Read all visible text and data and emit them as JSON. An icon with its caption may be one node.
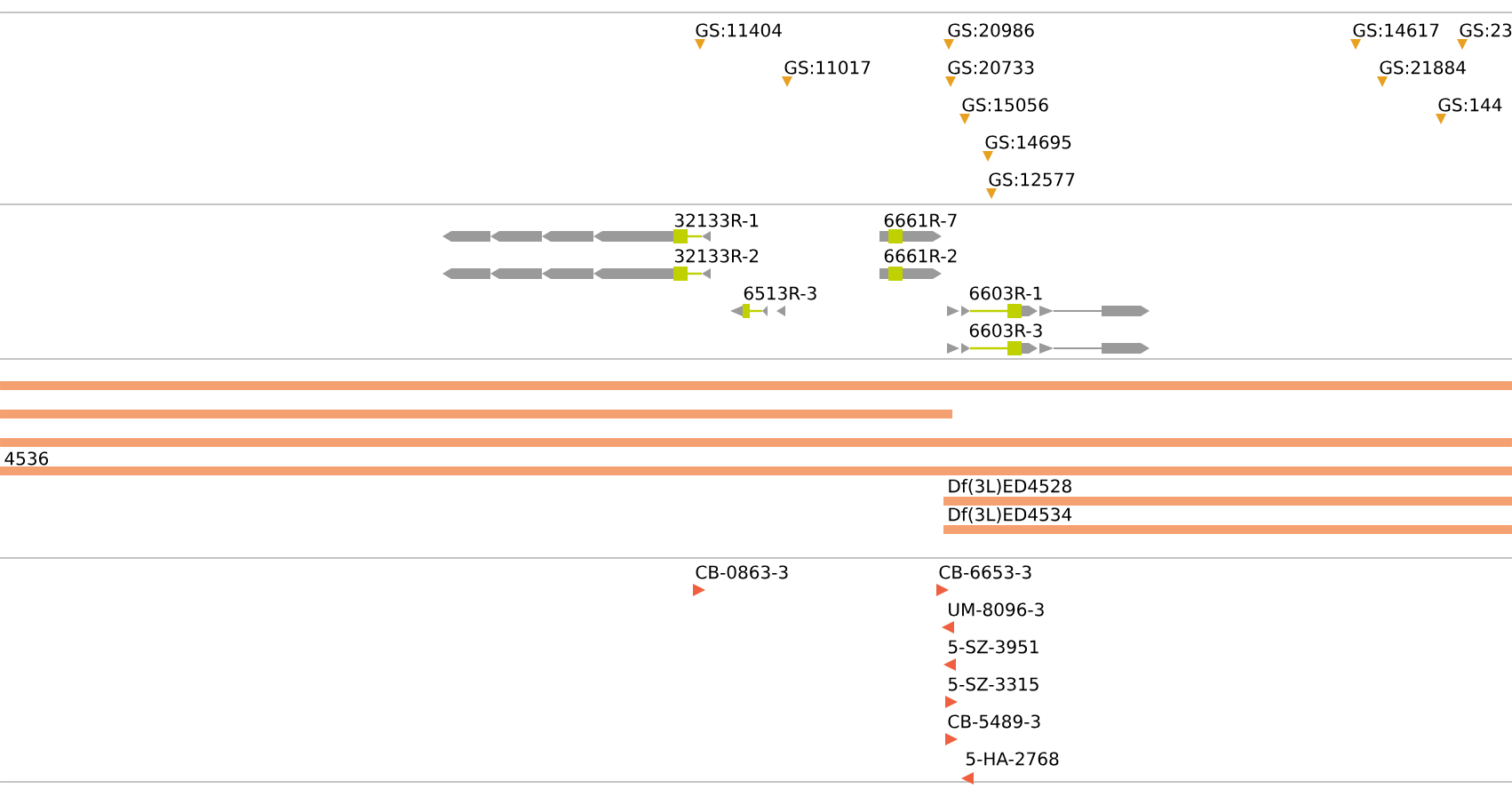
{
  "diagram": {
    "labels": [
      "GS:11404",
      "GS:11017",
      "GS:20986",
      "GS:20733",
      "GS:15056",
      "GS:14695",
      "GS:12577",
      "GS:14617",
      "GS:23",
      "GS:21884",
      "GS:144",
      "32133R-1",
      "32133R-2",
      "6661R-7",
      "6661R-2",
      "6513R-3",
      "6603R-1",
      "6603R-3",
      "4536",
      "Df(3L)ED4528",
      "Df(3L)ED4534",
      "CB-0863-3",
      "CB-6653-3",
      "UM-8096-3",
      "5-SZ-3951",
      "5-SZ-3315",
      "CB-5489-3",
      "5-HA-2768"
    ]
  }
}
